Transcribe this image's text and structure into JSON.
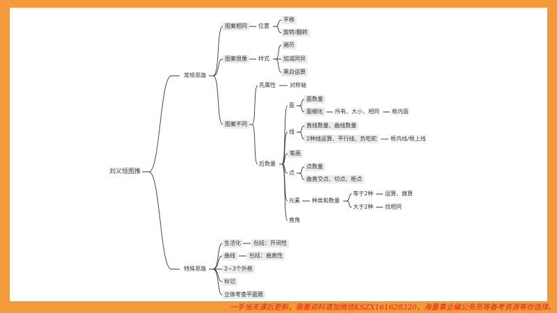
{
  "mindmap": {
    "root": "刘义恒图推",
    "branches": {
      "conventional": "常规思路",
      "special": "特殊思路"
    },
    "conventional": {
      "same": "图案相同",
      "same_position": "位置",
      "same_translate": "平移",
      "same_rotate_flip": "旋转/翻转",
      "similar": "图案很像",
      "similar_style": "样式",
      "similar_traverse": "遍历",
      "similar_addsub": "加减同异",
      "similar_blackwhite": "黑白运算",
      "different": "图案不同",
      "first_attr": "先属性",
      "symmetry_axis": "对称轴",
      "then_count": "后数量",
      "face": "面",
      "face_count": "面数量",
      "face_detail": "面细化",
      "face_detail_items": "所有、大小、相同",
      "face_inner": "框内面",
      "line": "线",
      "line_counts": "直线数量、曲线数量",
      "line_ops": "2种线运算、平行线、负吃蛇",
      "line_inner_upper": "框内线/框上线",
      "strokes": "笔画",
      "point": "点",
      "point_count": "点数量",
      "point_intersections": "曲直交点、切点、框点",
      "element": "元素",
      "kind_count": "种类和数量",
      "equal_two": "等于2种",
      "ops_replace": "运算、换算",
      "more_two": "大于2种",
      "find_same": "找相同",
      "right_angle": "直角"
    },
    "special": {
      "life": "生活化",
      "life_incl": "包括：开闭性",
      "curve": "曲线",
      "curve_incl": "包括：曲直性",
      "outlines": "2~3个外框",
      "mark": "标记",
      "solid_views": "立体考查平面题"
    }
  },
  "banner": "一手当天课后更新，需要资料请加微信KSZX161628320，海量事业编公务员等备考资源等你选择。",
  "colors": {
    "background": "#f39a3d",
    "card": "#ffffff",
    "pill": "#ececec",
    "line": "#333333",
    "banner_text": "#e0231a"
  }
}
